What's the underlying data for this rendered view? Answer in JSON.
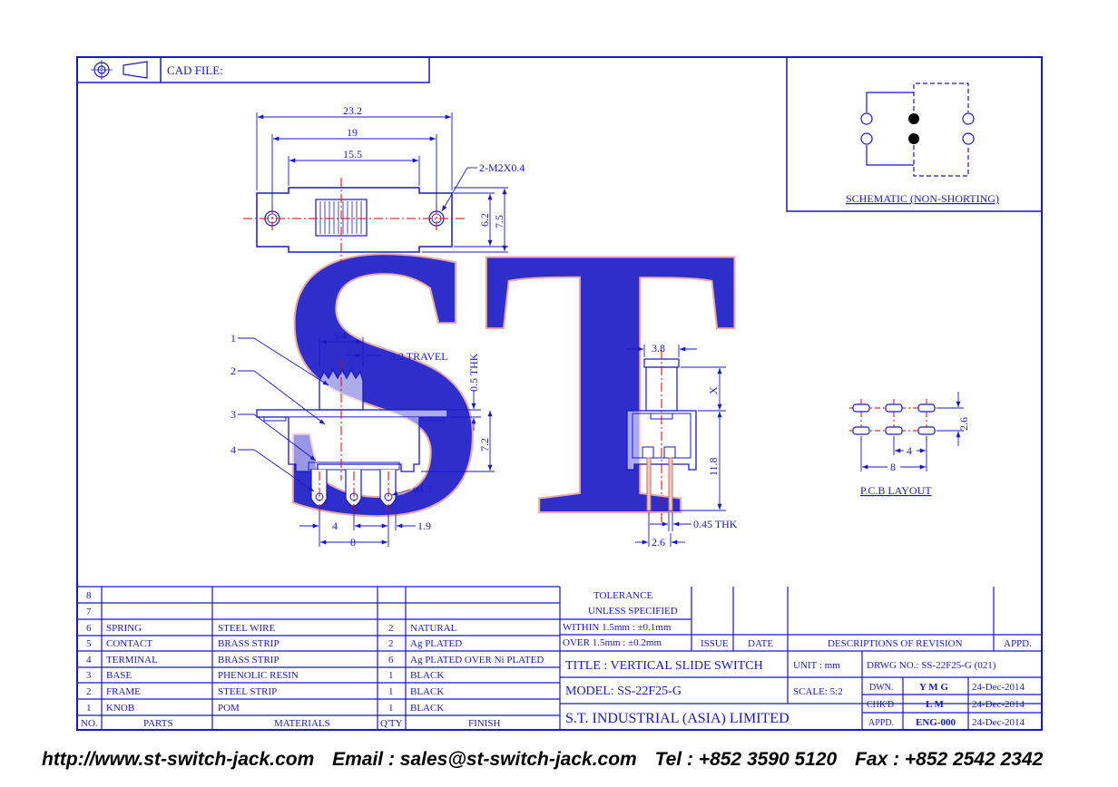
{
  "header": {
    "cad_label": "CAD FILE:",
    "projection_icon": "first-angle-projection-icon"
  },
  "watermark": {
    "text": "ST",
    "color": "#f2b9b4"
  },
  "colors": {
    "line": "#1818c8",
    "centerline": "#e00000",
    "terminal": "#c07060",
    "dot": "#000000"
  },
  "top_view": {
    "dims": [
      "23.2",
      "19",
      "15.5",
      "6.2",
      "7.5"
    ],
    "callout": "2-M2X0.4"
  },
  "front_view": {
    "callouts": [
      "1",
      "2",
      "3",
      "4"
    ],
    "dims": [
      "5.4",
      "3.2 TRAVEL",
      "0.5 THK",
      "7.2",
      "φ1.1",
      "4",
      "1.9",
      "8"
    ]
  },
  "side_view": {
    "dims": [
      "3.8",
      "X",
      "11.8",
      "0.45 THK",
      "2.6"
    ]
  },
  "pcb": {
    "dims": [
      "2.6",
      "4",
      "8"
    ],
    "caption": "P.C.B LAYOUT"
  },
  "schematic": {
    "caption": "SCHEMATIC (NON-SHORTING)"
  },
  "bom": {
    "headers": [
      "NO.",
      "PARTS",
      "MATERIALS",
      "Q'TY",
      "FINISH"
    ],
    "rows": [
      [
        "8",
        "",
        "",
        "",
        ""
      ],
      [
        "7",
        "",
        "",
        "",
        ""
      ],
      [
        "6",
        "SPRING",
        "STEEL WIRE",
        "2",
        "NATURAL"
      ],
      [
        "5",
        "CONTACT",
        "BRASS STRIP",
        "2",
        "Ag PLATED"
      ],
      [
        "4",
        "TERMINAL",
        "BRASS STRIP",
        "6",
        "Ag PLATED OVER Ni PLATED"
      ],
      [
        "3",
        "BASE",
        "PHENOLIC RESIN",
        "1",
        "BLACK"
      ],
      [
        "2",
        "FRAME",
        "STEEL STRIP",
        "1",
        "BLACK"
      ],
      [
        "1",
        "KNOB",
        "POM",
        "1",
        "BLACK"
      ]
    ]
  },
  "tolerance": {
    "title": "TOLERANCE",
    "subtitle": "UNLESS  SPECIFIED",
    "within": "WITHIN  1.5mm : ±0.1mm",
    "over": "OVER   1.5mm : ±0.2mm"
  },
  "revision": {
    "issue": "ISSUE",
    "date": "DATE",
    "desc": "DESCRIPTIONS OF REVISION",
    "appd": "APPD."
  },
  "title_block": {
    "title": "TITLE : VERTICAL SLIDE SWITCH",
    "model": "MODEL: SS-22F25-G",
    "company": "S.T.  INDUSTRIAL  (ASIA)  LIMITED",
    "unit": "UNIT :   mm",
    "scale": "SCALE:  5:2",
    "drwg": "DRWG NO.: SS-22F25-G (021)",
    "dwn_label": "DWN.",
    "dwn": "Y M G",
    "dwn_date": "24-Dec-2014",
    "chkd_label": "CHK'D",
    "chkd": "L M",
    "chkd_date": "24-Dec-2014",
    "appd_label": "APPD.",
    "appd": "ENG-000",
    "appd_date": "24-Dec-2014"
  },
  "footer": {
    "url": "http://www.st-switch-jack.com",
    "email": "Email : sales@st-switch-jack.com",
    "tel": "Tel : +852 3590 5120",
    "fax": "Fax : +852 2542 2342"
  }
}
